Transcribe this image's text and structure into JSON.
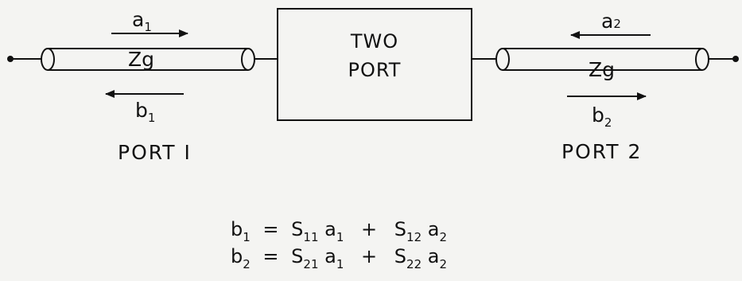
{
  "diagram": {
    "box_label_line1": "TWO",
    "box_label_line2": "PORT",
    "port1": {
      "label": "PORT I",
      "incident_wave": "a",
      "incident_sub": "1",
      "reflected_wave": "b",
      "reflected_sub": "1",
      "line_impedance": "Zg"
    },
    "port2": {
      "label": "PORT 2",
      "incident_wave": "a",
      "incident_sub": "2",
      "reflected_wave": "b",
      "reflected_sub": "2",
      "line_impedance": "Zg"
    },
    "equations": [
      {
        "lhs": "b",
        "lhs_sub": "1",
        "eq": "=",
        "t1": "S",
        "t1_sub": "11",
        "t1_var": "a",
        "t1_var_sub": "1",
        "plus": "+",
        "t2": "S",
        "t2_sub": "12",
        "t2_var": "a",
        "t2_var_sub": "2"
      },
      {
        "lhs": "b",
        "lhs_sub": "2",
        "eq": "=",
        "t1": "S",
        "t1_sub": "21",
        "t1_var": "a",
        "t1_var_sub": "1",
        "plus": "+",
        "t2": "S",
        "t2_sub": "22",
        "t2_var": "a",
        "t2_var_sub": "2"
      }
    ]
  },
  "colors": {
    "ink": "#111111",
    "paper": "#f4f4f2"
  }
}
